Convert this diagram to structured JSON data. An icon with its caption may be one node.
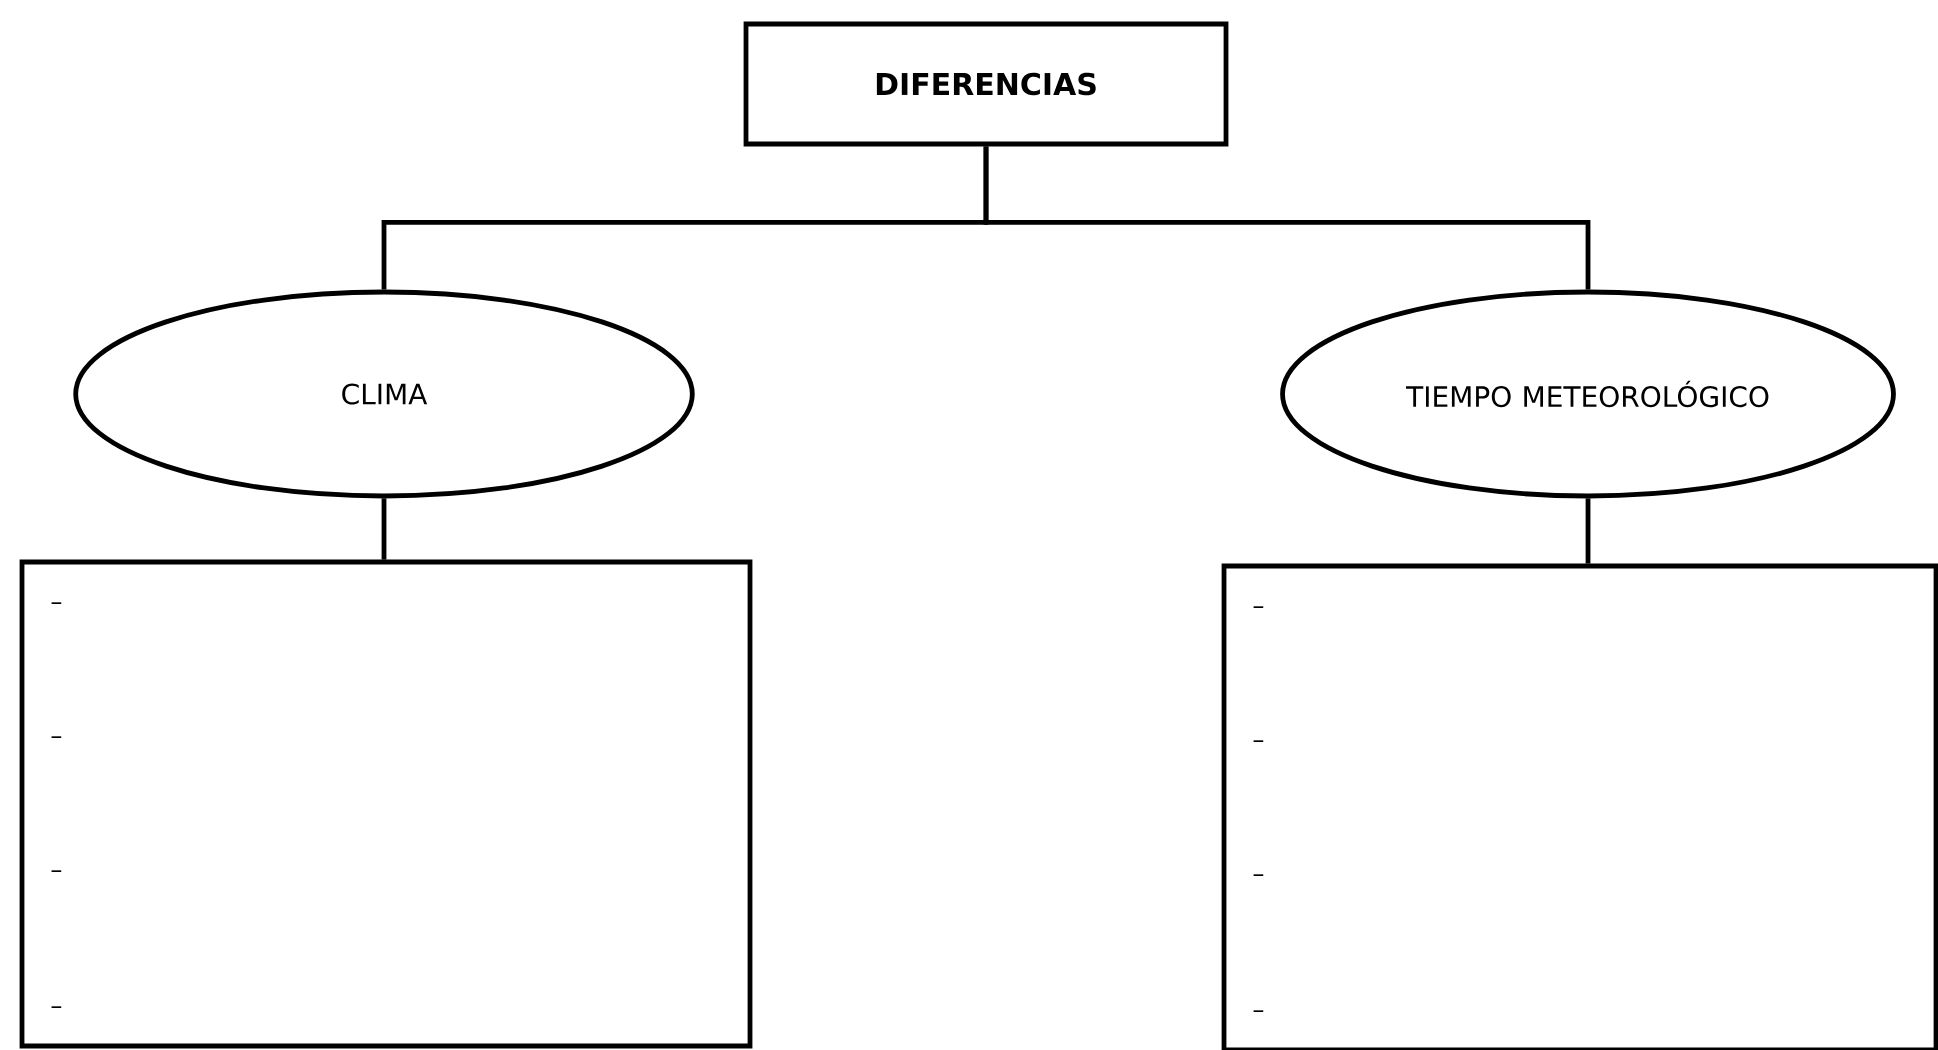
{
  "diagram": {
    "nodes": [
      {
        "text": [
          "DIFERENCIAS"
        ]
      },
      {
        "text": [
          "CLIMA"
        ]
      },
      {
        "text": [
          "TIEMPO METEOROLÓGICO"
        ]
      },
      {
        "text": [
          "–",
          "–",
          "–",
          "–"
        ]
      },
      {
        "text": [
          "–",
          "–",
          "–",
          "–"
        ]
      }
    ],
    "edges": [
      {
        "from": 0,
        "to": 1,
        "arrow": "none"
      },
      {
        "from": 0,
        "to": 2,
        "arrow": "none"
      },
      {
        "from": 1,
        "to": 3,
        "arrow": "none"
      },
      {
        "from": 2,
        "to": 4,
        "arrow": "none"
      }
    ]
  }
}
